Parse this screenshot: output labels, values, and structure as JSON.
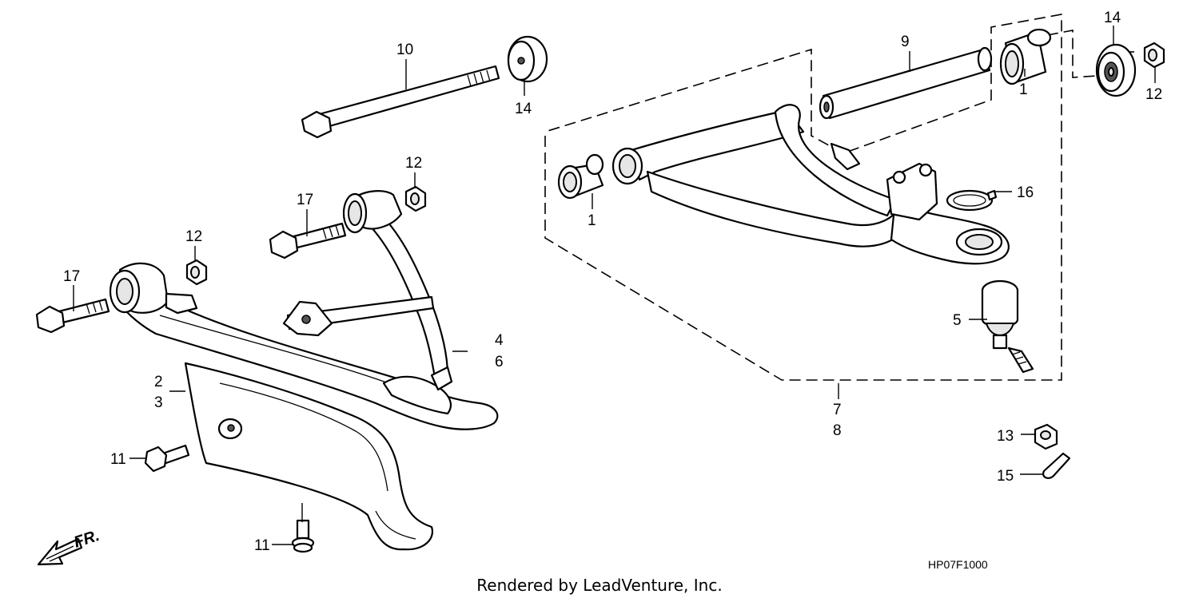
{
  "diagram": {
    "callouts": {
      "c1a": "1",
      "c1b": "1",
      "c2": "2",
      "c3": "3",
      "c4": "4",
      "c5": "5",
      "c6": "6",
      "c7": "7",
      "c8": "8",
      "c9": "9",
      "c10": "10",
      "c11a": "11",
      "c11b": "11",
      "c12a": "12",
      "c12b": "12",
      "c12c": "12",
      "c13": "13",
      "c14a": "14",
      "c14b": "14",
      "c15": "15",
      "c16": "16",
      "c17a": "17",
      "c17b": "17"
    },
    "front_marker": "FR.",
    "diagram_code": "HP07F1000",
    "credit": "Rendered by LeadVenture, Inc."
  }
}
